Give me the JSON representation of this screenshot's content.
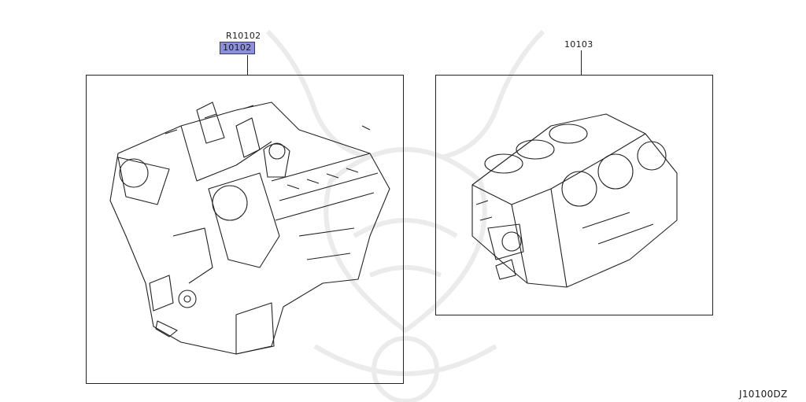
{
  "diagram": {
    "left_part": {
      "alt_number": "R10102",
      "number": "10102",
      "highlighted": true,
      "description_icon": "engine-assembly-icon"
    },
    "right_part": {
      "number": "10103",
      "highlighted": false,
      "description_icon": "engine-block-icon"
    },
    "diagram_code": "J10100DZ",
    "colors": {
      "highlight": "#8c8fd9",
      "line": "#222222",
      "watermark": "#ececec"
    }
  }
}
